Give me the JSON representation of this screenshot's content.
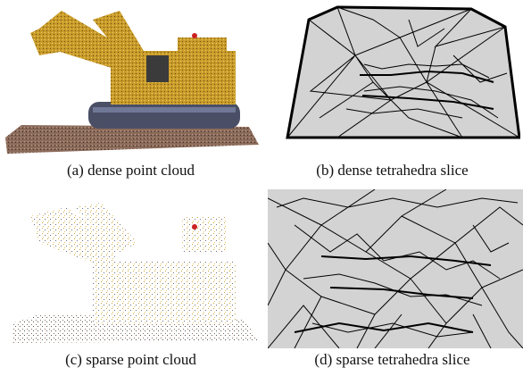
{
  "figure": {
    "captions": {
      "a": "(a) dense point cloud",
      "b": "(b) dense tetrahedra slice",
      "c": "(c) sparse point cloud",
      "d": "(d) sparse tetrahedra slice"
    }
  }
}
